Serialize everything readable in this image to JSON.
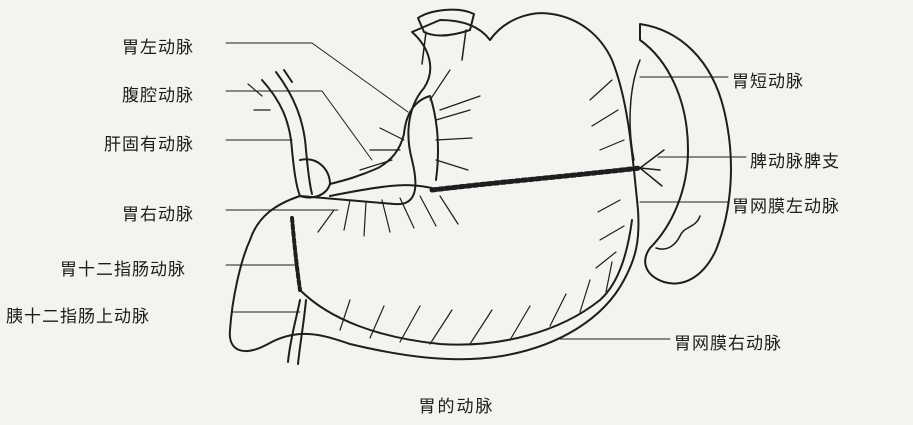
{
  "labels": {
    "left_gastric": "胃左动脉",
    "celiac_trunk": "腹腔动脉",
    "proper_hepatic": "肝固有动脉",
    "right_gastric": "胃右动脉",
    "gastroduodenal": "胃十二指肠动脉",
    "superior_pancreaticoduodenal": "胰十二指肠上动脉",
    "short_gastric": "胃短动脉",
    "splenic_branch": "脾动脉脾支",
    "left_gastroepiploic": "胃网膜左动脉",
    "right_gastroepiploic": "胃网膜右动脉"
  },
  "caption": "胃的动脉",
  "colors": {
    "ink": "#1e1e1e",
    "paper": "#f4f3ef"
  }
}
